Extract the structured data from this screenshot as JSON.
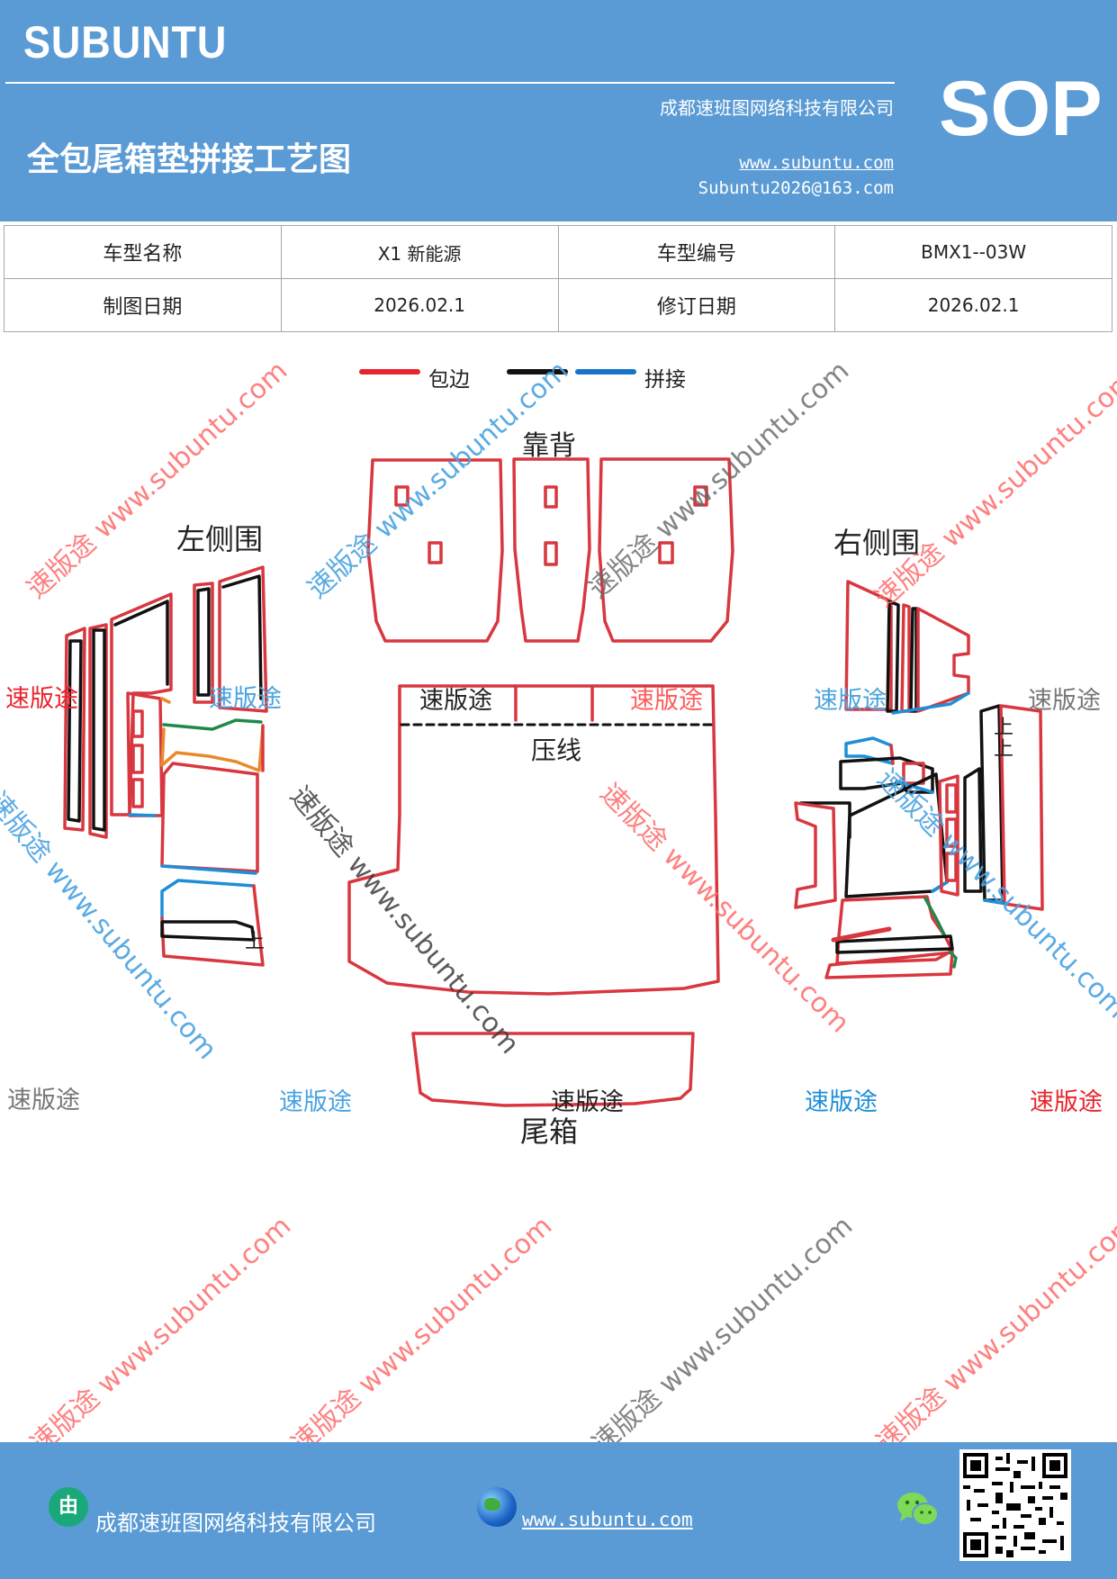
{
  "header": {
    "brand": "SUBUNTU",
    "company": "成都速班图网络科技有限公司",
    "title": "全包尾箱垫拼接工艺图",
    "website": "www.subuntu.com",
    "email": "Subuntu2026@163.com",
    "doc_type": "SOP"
  },
  "info_table": {
    "rows": [
      [
        "车型名称",
        "X1 新能源",
        "车型编号",
        "BMX1--03W"
      ],
      [
        "制图日期",
        "2026.02.1",
        "修订日期",
        "2026.02.1"
      ]
    ]
  },
  "legend": {
    "items": [
      {
        "label": "包边",
        "color": "#e8242c"
      },
      {
        "label": "",
        "color": "#111111"
      },
      {
        "label": "拼接",
        "color": "#1874c8"
      }
    ]
  },
  "diagram": {
    "labels": {
      "back": "靠背",
      "left": "左侧围",
      "right": "右侧围",
      "press_line": "压线",
      "trunk": "尾箱",
      "up1": "上",
      "up2": "上",
      "up3": "上"
    },
    "colors": {
      "red": "#d8373f",
      "black": "#111111",
      "blue": "#1e8fd6",
      "green": "#1e8a4a",
      "orange": "#e88a2a"
    }
  },
  "watermarks": {
    "diagonal": "速版途 www.subuntu.com",
    "short": "速版途"
  },
  "footer": {
    "company": "成都速班图网络科技有限公司",
    "website": "www.subuntu.com",
    "logo_char": "由"
  }
}
